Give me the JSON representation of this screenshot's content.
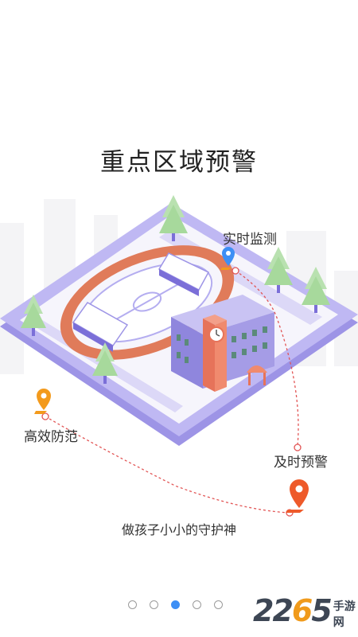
{
  "page": {
    "title": "重点区域预警",
    "subtitle": "做孩子小小的守护神"
  },
  "labels": {
    "realtime": "实时监测",
    "prevent": "高效防范",
    "alert": "及时预警"
  },
  "pager": {
    "count": 5,
    "active_index": 2
  },
  "watermark": {
    "number_prefix": "22",
    "number_highlight": "6",
    "number_suffix": "5",
    "text": "手游网"
  },
  "colors": {
    "accent_blue": "#3d8ff5",
    "pin_orange": "#f39a1c",
    "pin_red": "#ee5a2a",
    "track": "#e07b5a",
    "platform": "#b4adf0"
  }
}
